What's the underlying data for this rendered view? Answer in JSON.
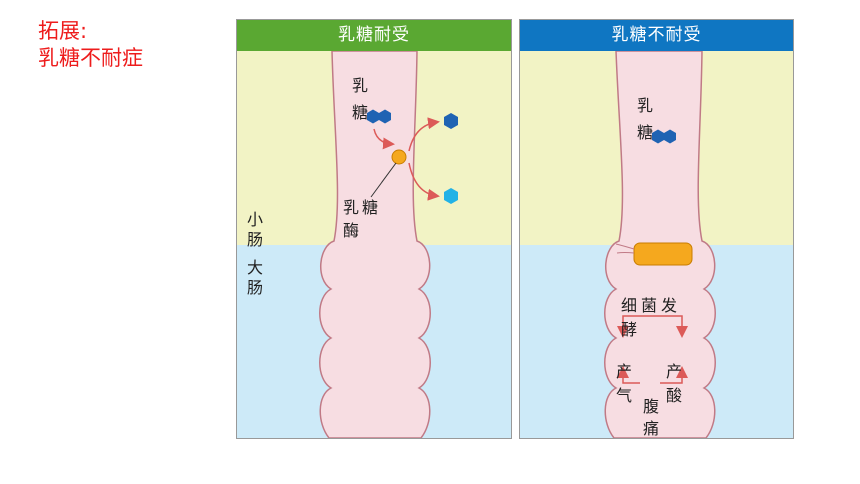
{
  "title": {
    "line1": "拓展:",
    "line2": "乳糖不耐症"
  },
  "left_panel": {
    "header": "乳糖耐受",
    "lactose_label_1": "乳",
    "lactose_label_2": "糖",
    "enzyme_label_1": "乳糖",
    "enzyme_label_2": "酶",
    "small_intestine": "小肠",
    "large_intestine": "大肠"
  },
  "right_panel": {
    "header": "乳糖不耐受",
    "lactose_label_1": "乳",
    "lactose_label_2": "糖",
    "bacteria_label_1": "细菌发",
    "bacteria_label_2": "酵",
    "gas_label": "产气",
    "acid_label": "产酸",
    "pain_label": "腹痛"
  },
  "colors": {
    "left_header": "#5aa832",
    "right_header": "#0f76c2",
    "small_intestine_bg": "#f2f3c5",
    "large_intestine_bg": "#cdeaf8",
    "intestine_fill": "#f7dde2",
    "intestine_stroke": "#c07a86",
    "enzyme": "#f5a81e",
    "glucose_dark": "#1f63b3",
    "glucose_light": "#22b2e6",
    "arrow": "#dc5a58",
    "title_red": "#ee1c1c"
  }
}
